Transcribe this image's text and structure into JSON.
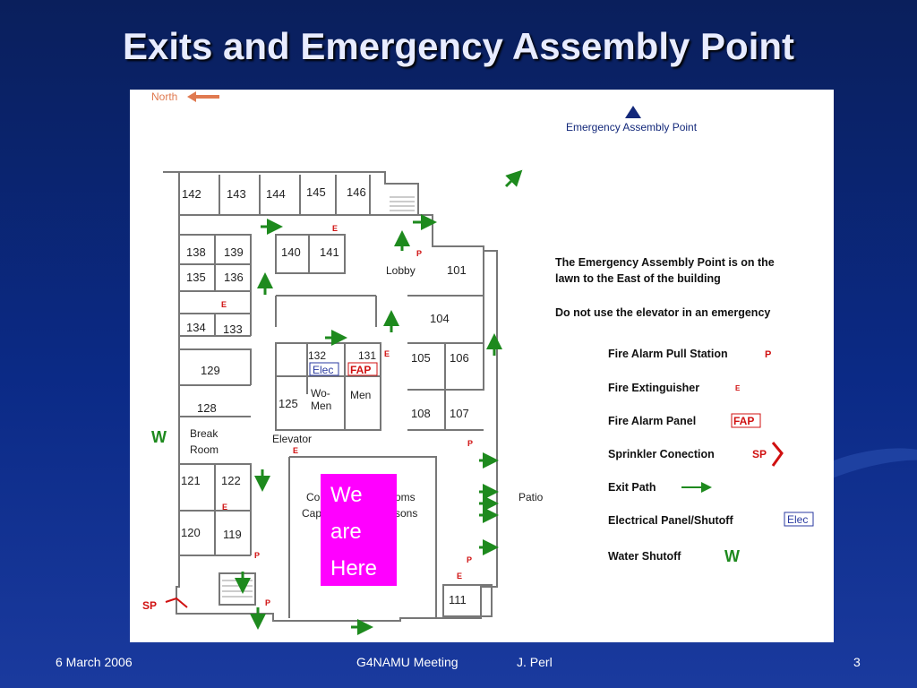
{
  "slide": {
    "title": "Exits and Emergency Assembly Point",
    "footer_date": "6 March 2006",
    "footer_meeting": "G4NAMU Meeting",
    "footer_author": "J. Perl",
    "slide_number": "3"
  },
  "plan": {
    "north": "North",
    "assembly_label": "Emergency Assembly Point",
    "note1_l1": "The Emergency Assembly Point is on the",
    "note1_l2": "lawn to the East of the building",
    "note2": "Do not use the elevator in an emergency",
    "rooms": {
      "r142": "142",
      "r143": "143",
      "r144": "144",
      "r145": "145",
      "r146": "146",
      "r138": "138",
      "r139": "139",
      "r140": "140",
      "r141": "141",
      "r135": "135",
      "r136": "136",
      "r134": "134",
      "r133": "133",
      "r129": "129",
      "r128": "128",
      "r125": "125",
      "r132": "132",
      "r131": "131",
      "r101": "101",
      "r104": "104",
      "r105": "105",
      "r106": "106",
      "r108": "108",
      "r107": "107",
      "r121": "121",
      "r122": "122",
      "r120": "120",
      "r119": "119",
      "r111": "111",
      "lobby": "Lobby",
      "break1": "Break",
      "break2": "Room",
      "elevator": "Elevator",
      "women1": "Wo-",
      "women2": "Men",
      "men": "Men",
      "patio": "Patio",
      "conf_a": "Co",
      "conf_b": "Cap",
      "conf_c": "oms",
      "conf_d": "sons"
    },
    "legend": {
      "pull_station": "Fire Alarm Pull Station",
      "extinguisher": "Fire Extinguisher",
      "alarm_panel": "Fire Alarm Panel",
      "sprinkler": "Sprinkler Conection",
      "exit_path": "Exit Path",
      "electrical": "Electrical Panel/Shutoff",
      "water": "Water Shutoff"
    },
    "symbols": {
      "p": "P",
      "e": "E",
      "fap": "FAP",
      "sp": "SP",
      "elec": "Elec",
      "w": "W"
    }
  },
  "marker": {
    "l1": "We",
    "l2": "are",
    "l3": "Here"
  },
  "colors": {
    "exit": "#1e8a1e",
    "alarm": "#d01010",
    "assembly": "#13287a",
    "marker": "#ff00ff"
  }
}
